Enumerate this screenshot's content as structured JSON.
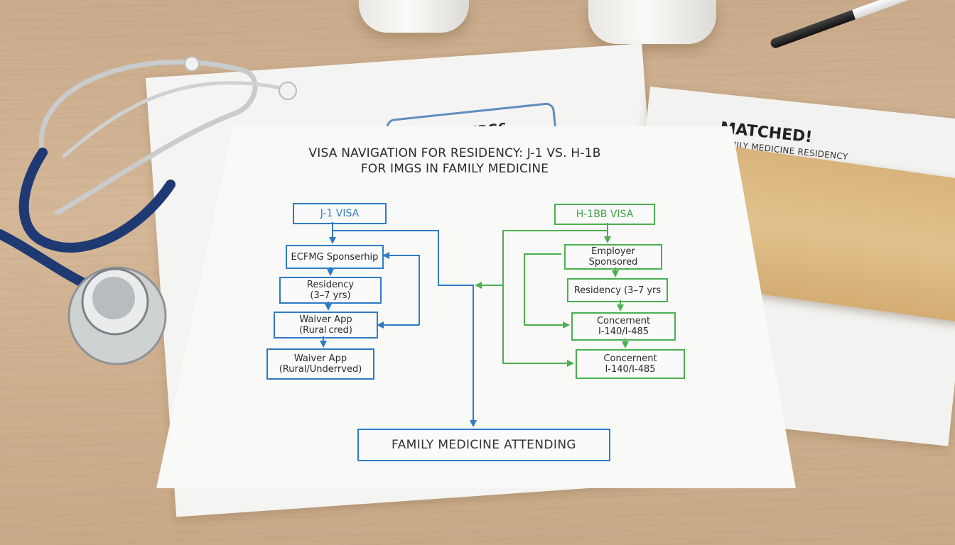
{
  "document": {
    "title_line1": "VISA NAVIGATION FOR RESIDENCY: J-1 VS. H-1B",
    "title_line2": "FOR IMGS IN FAMILY MEDICINE",
    "j1": {
      "header": "J-1 VISA",
      "steps": [
        "ECFMG Sponserhip",
        "Residency\n(3–7 yrs)",
        "Waiver App\n(Rural cred)",
        "Waiver App\n(Rural/Underrved)"
      ]
    },
    "h1b": {
      "header": "H-1BB VISA",
      "steps": [
        "Employer\nSponsored",
        "Residency (3–7 yrs",
        "Concernent\nI-140/I-485",
        "Concernent\nI-140/I-485"
      ]
    },
    "outcome": "FAMILY MEDICINE ATTENDING"
  },
  "back_sheet": {
    "tag_text": "UBG6"
  },
  "right_sheet": {
    "title": "MATCHED!",
    "subtitle": "FAMILY MEDICINE RESIDENCY"
  },
  "colors": {
    "j1": "#2f7bc4",
    "h1b": "#4caf50",
    "desk": "#cfb191",
    "envelope": "#dcba82"
  }
}
